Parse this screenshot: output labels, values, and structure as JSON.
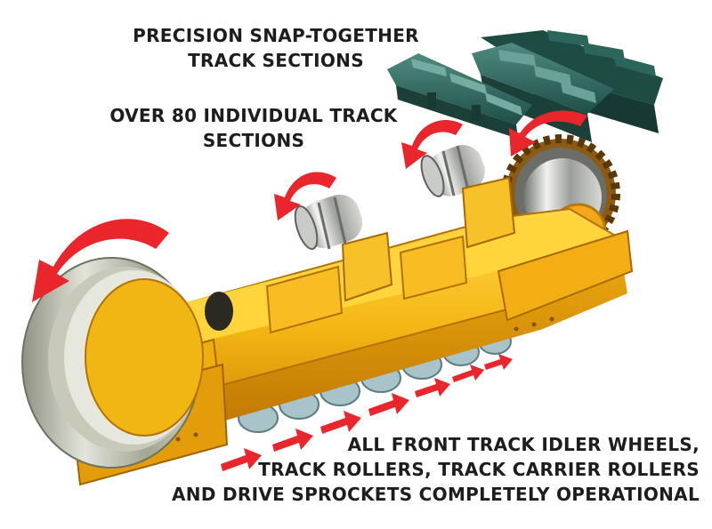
{
  "captions": {
    "snap_together": [
      "PRECISION SNAP-TOGETHER",
      "TRACK SECTIONS"
    ],
    "individual_sections": [
      "OVER 80 INDIVIDUAL TRACK",
      "SECTIONS"
    ],
    "operational": [
      "ALL FRONT TRACK IDLER WHEELS,",
      "TRACK ROLLERS, TRACK CARRIER ROLLERS",
      "AND DRIVE SPROCKETS COMPLETELY OPERATIONAL"
    ]
  },
  "colors": {
    "arrow": "#e8262b",
    "frame": "#f5b816",
    "track_section": "#2f6e62",
    "idler_wheel": "#b8b8a8",
    "chrome": "#a7a9a6",
    "text": "#1d1d1f"
  }
}
